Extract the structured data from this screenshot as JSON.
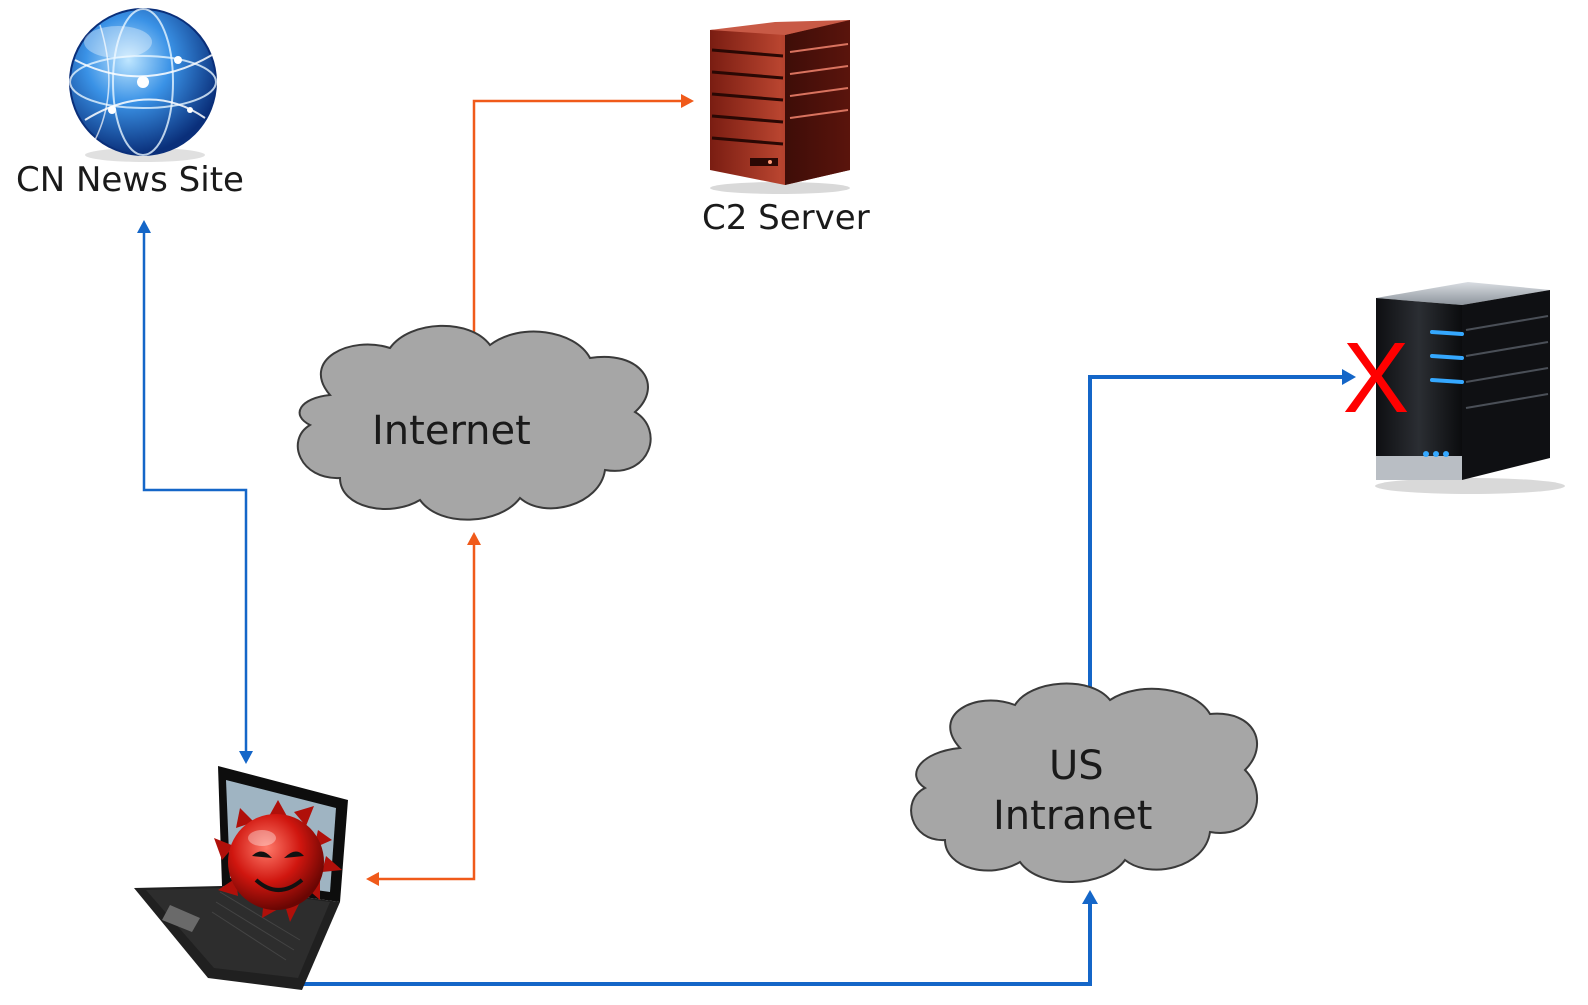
{
  "nodes": {
    "cn_news_site": {
      "label": "CN News Site"
    },
    "c2_server": {
      "label": "C2 Server"
    },
    "internet": {
      "label": "Internet"
    },
    "us_intranet": {
      "line1": "US",
      "line2": "Intranet"
    },
    "target_server": {
      "marker": "X"
    }
  },
  "colors": {
    "orange_link": "#F05A1A",
    "blue_link": "#1466C8",
    "cloud_fill": "#A6A6A6",
    "cloud_stroke": "#3A3A3A",
    "x_mark": "#FF0000"
  }
}
